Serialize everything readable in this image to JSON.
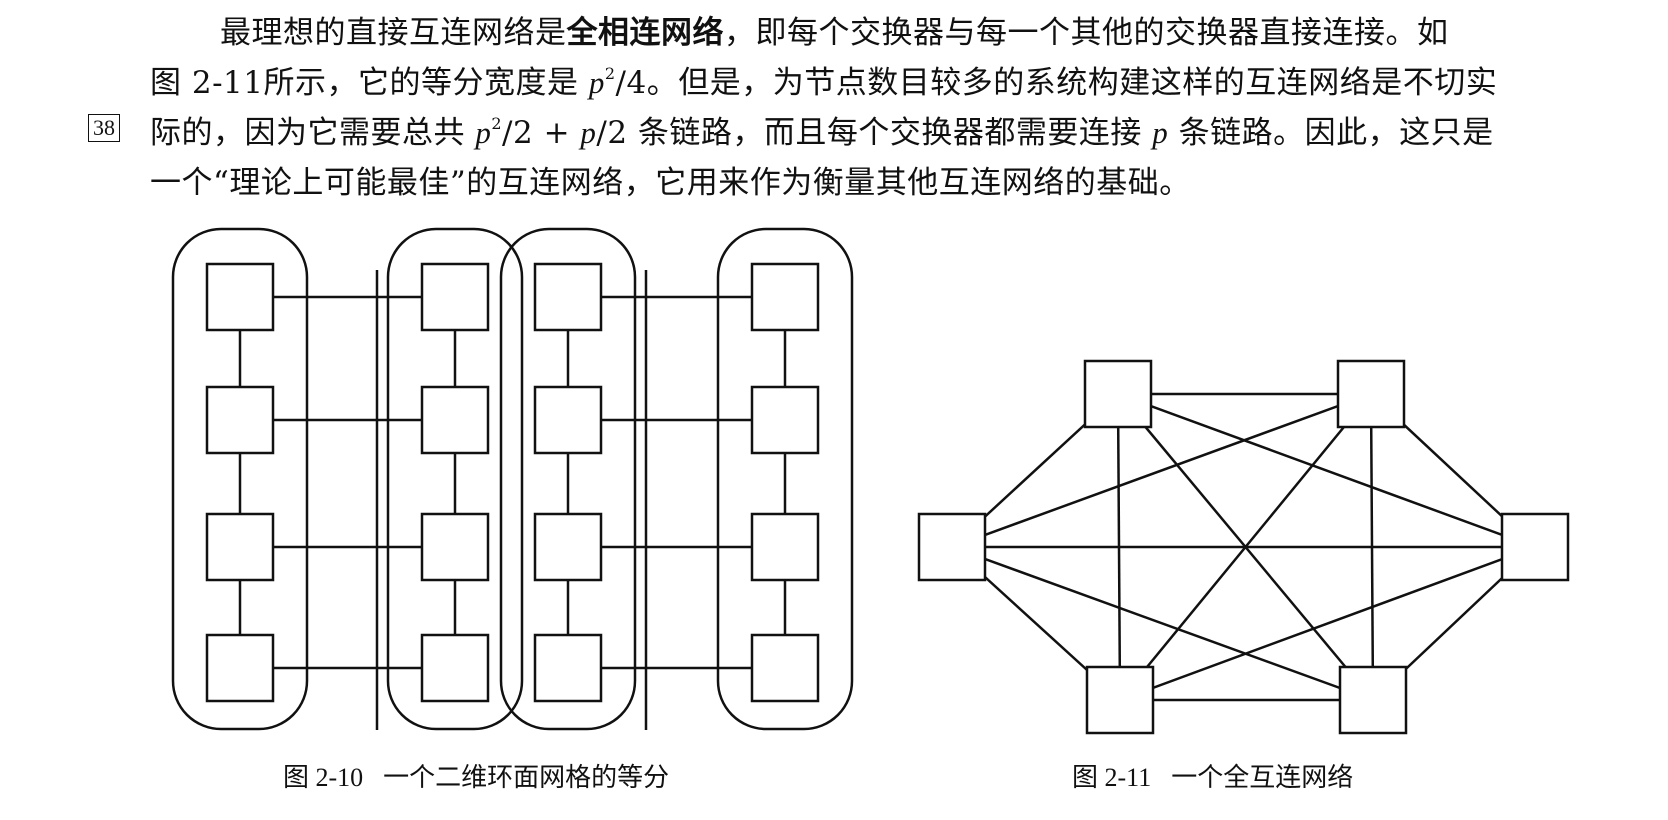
{
  "paragraph": {
    "l1_a": "最理想的直接互连网络是",
    "l1_bold": "全相连网络",
    "l1_b": "，即每个交换器与每一个其他的交换器直接连接。如",
    "l2_a": "图 2-11所示，它的等分宽度是 ",
    "l2_p": "p",
    "l2_exp": "2",
    "l2_b": "/4。但是，为节点数目较多的系统构建这样的互连网络是不切实",
    "l3_a": "际的，因为它需要总共 ",
    "l3_p1": "p",
    "l3_exp": "2",
    "l3_mid": "/2 + ",
    "l3_p2": "p",
    "l3_b": "/2 条链路，而且每个交换器都需要连接 ",
    "l3_p3": "p",
    "l3_c": " 条链路。因此，这只是",
    "l4": "一个“理论上可能最佳”的互连网络，它用来作为衡量其他互连网络的基础。"
  },
  "margin_page_number": "38",
  "figure_2_10": {
    "number": "图 2-10",
    "title": "一个二维环面网格的等分"
  },
  "figure_2_11": {
    "number": "图 2-11",
    "title": "一个全互连网络"
  }
}
